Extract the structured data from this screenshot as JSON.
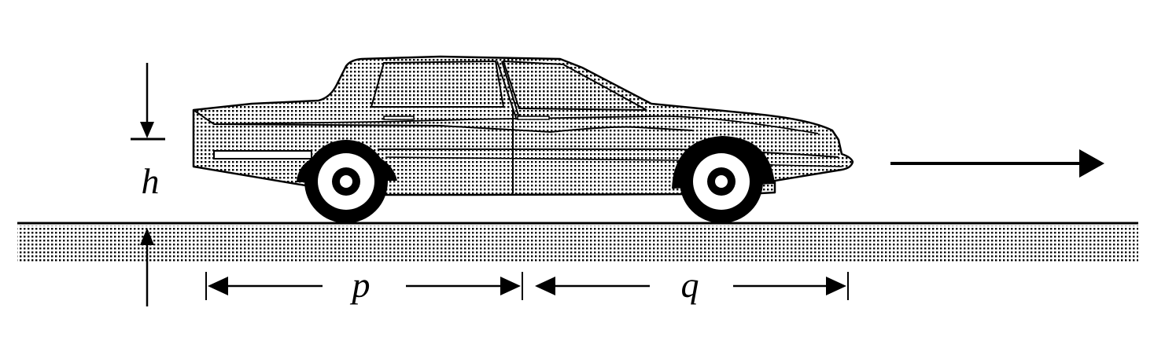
{
  "labels": {
    "h": "h",
    "p": "p",
    "q": "q"
  },
  "icons": {
    "car": "car-side-view",
    "direction": "arrow-right-icon"
  },
  "colors": {
    "ink": "#000000",
    "paper": "#ffffff"
  }
}
